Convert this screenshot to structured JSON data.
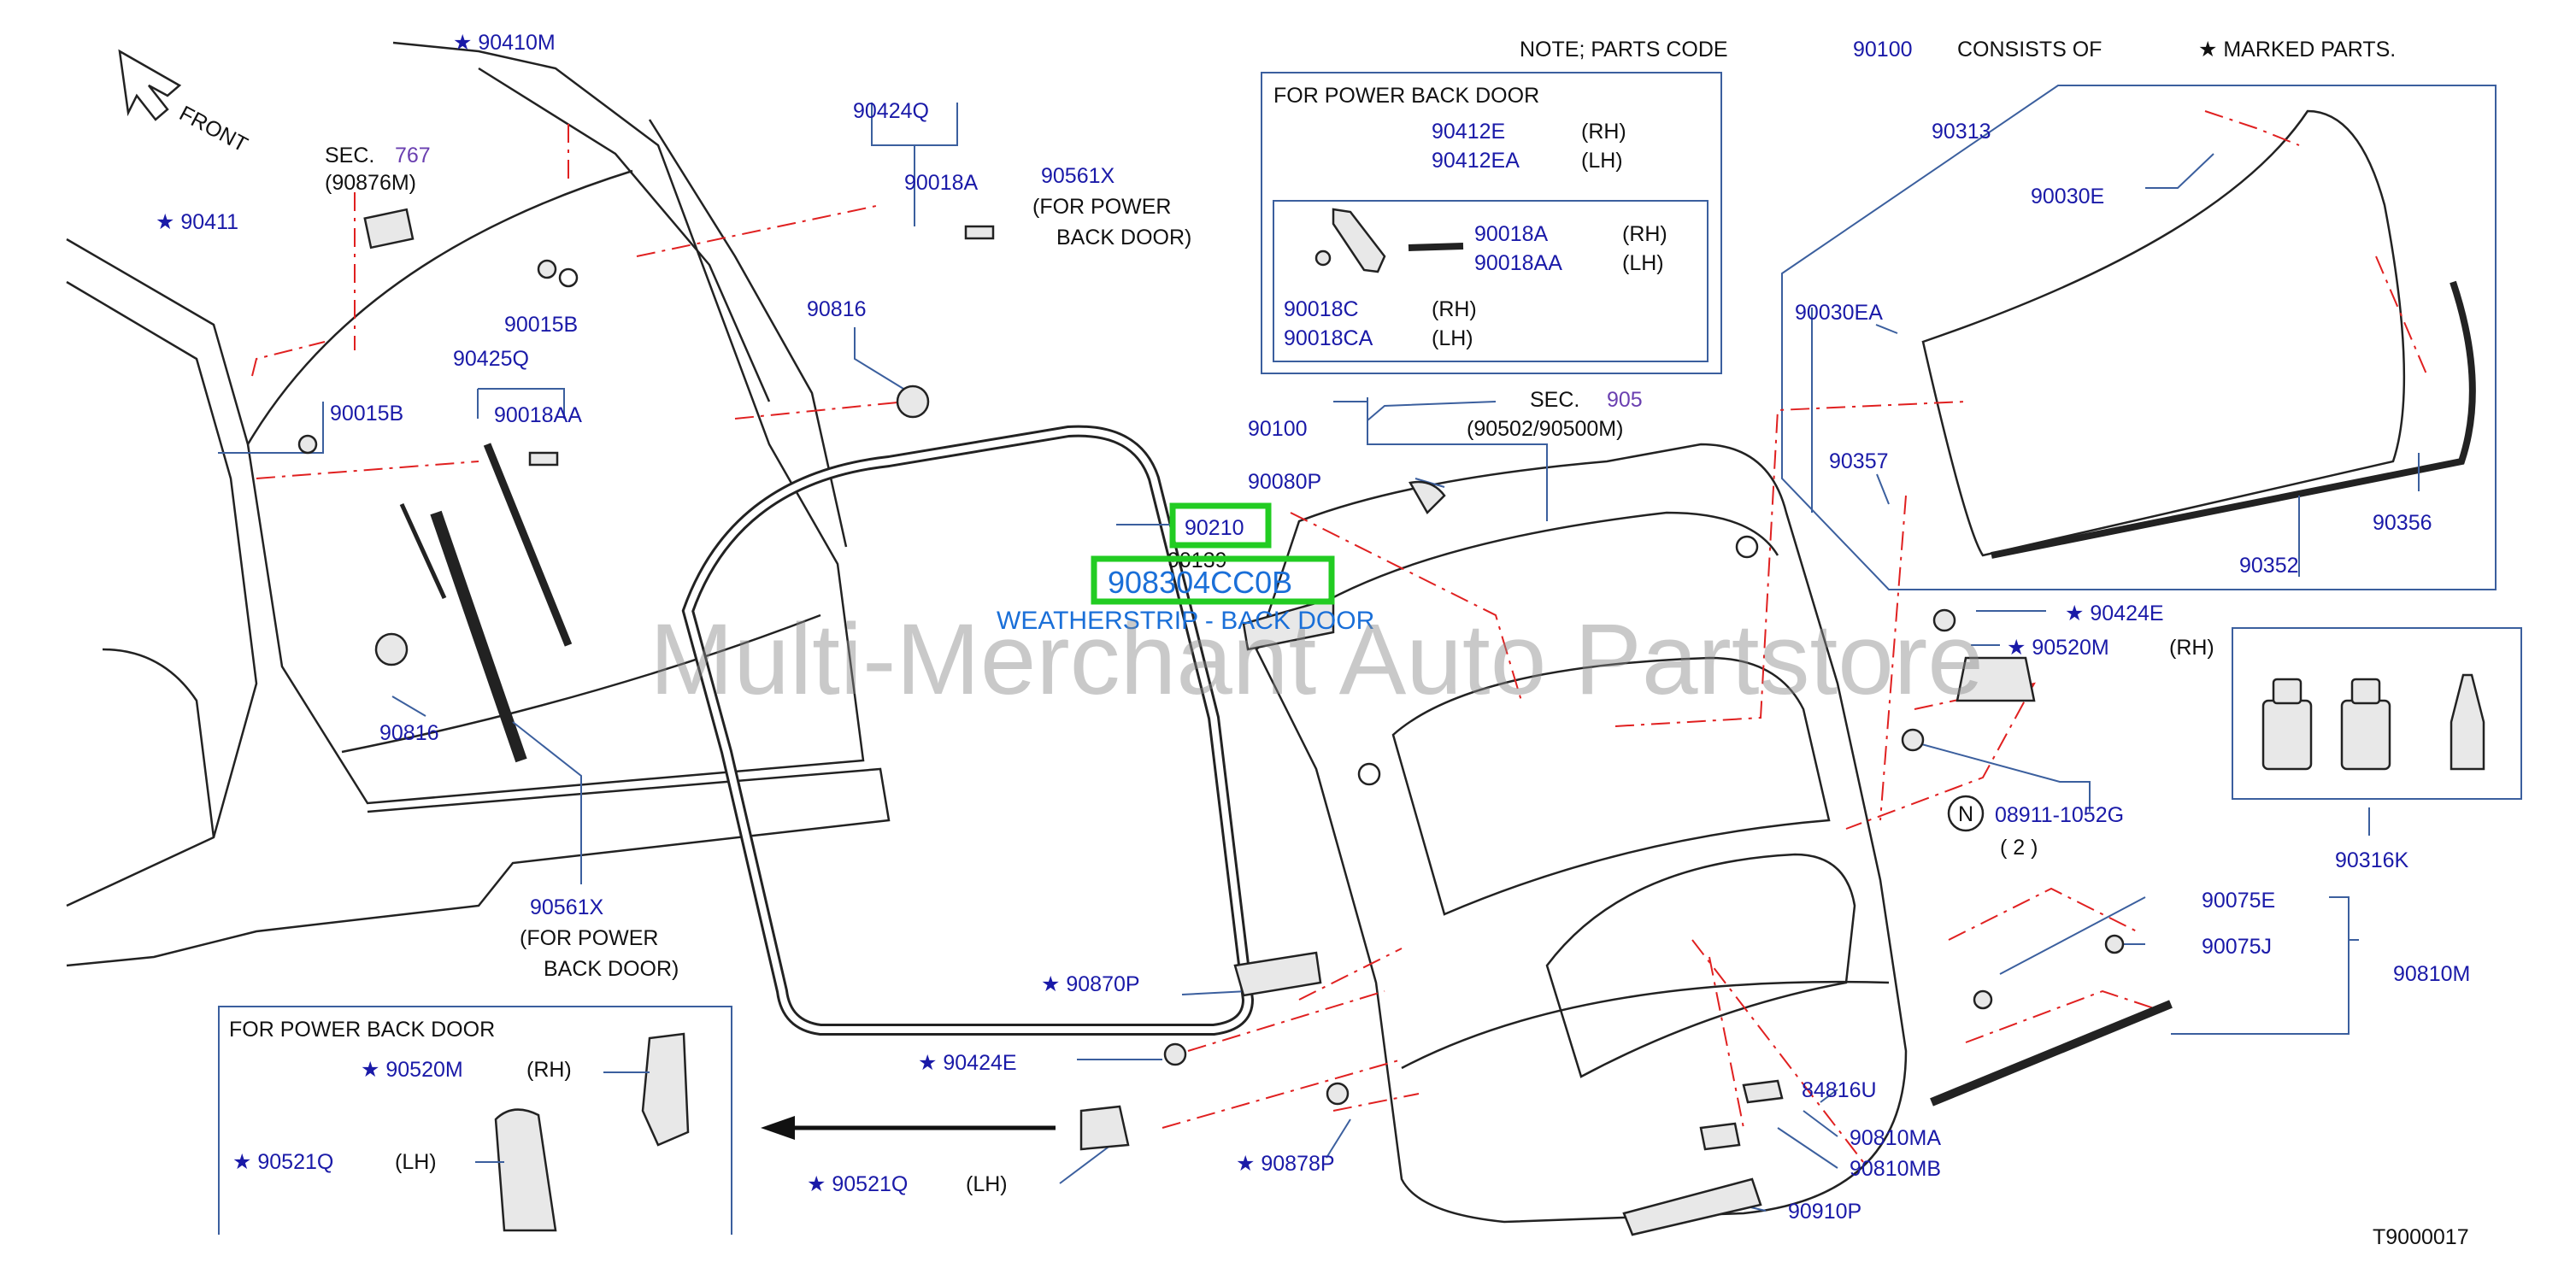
{
  "note": {
    "prefix": "NOTE;  PARTS  CODE",
    "code": "90100",
    "middle": "CONSISTS  OF",
    "suffix": "★ MARKED  PARTS."
  },
  "front_label": "FRONT",
  "sec767": {
    "sec": "SEC.",
    "num": "767",
    "sub": "(90876M)"
  },
  "sec905": {
    "sec": "SEC.",
    "num": "905",
    "sub": "(90502/90500M)"
  },
  "power_box_top": {
    "title": "FOR  POWER  BACK  DOOR",
    "p1": "90412E",
    "p1s": "(RH)",
    "p2": "90412EA",
    "p2s": "(LH)",
    "p3": "90018A",
    "p3s": "(RH)",
    "p4": "90018AA",
    "p4s": "(LH)",
    "p5": "90018C",
    "p5s": "(RH)",
    "p6": "90018CA",
    "p6s": "(LH)"
  },
  "power_box_bottom": {
    "title": "FOR  POWER  BACK  DOOR",
    "p1": "★ 90520M",
    "p1s": "(RH)",
    "p2": "★ 90521Q",
    "p2s": "(LH)"
  },
  "labels": {
    "p90410M": "★ 90410M",
    "p90411": "★ 90411",
    "p90015B_a": "90015B",
    "p90015B_b": "90015B",
    "p90425Q": "90425Q",
    "p90018AA": "90018AA",
    "p90424Q": "90424Q",
    "p90018A": "90018A",
    "p90561X_top": "90561X",
    "p90561X_top_sub1": "(FOR  POWER",
    "p90561X_top_sub2": "BACK  DOOR)",
    "p90816_a": "90816",
    "p90816_b": "90816",
    "p90561X_bot": "90561X",
    "p90561X_bot_sub1": "(FOR  POWER",
    "p90561X_bot_sub2": "BACK  DOOR)",
    "p90100": "90100",
    "p90080P": "90080P",
    "p90313": "90313",
    "p90030E": "90030E",
    "p90030EA": "90030EA",
    "p90357": "90357",
    "p90352": "90352",
    "p90356": "90356",
    "p90424E_r": "★ 90424E",
    "p90520M_r": "★ 90520M",
    "p90520M_r_s": "(RH)",
    "p08911": "08911-1052G",
    "p08911_qty": "( 2 )",
    "p08911_n": "N",
    "p90316K": "90316K",
    "p90075E": "90075E",
    "p90075J": "90075J",
    "p90810M": "90810M",
    "p90870P": "★ 90870P",
    "p90424E_l": "★ 90424E",
    "p90878P": "★ 90878P",
    "p90521Q_l": "★ 90521Q",
    "p90521Q_l_s": "(LH)",
    "p84816U": "84816U",
    "p90810MA": "90810MA",
    "p90810MB": "90810MB",
    "p90910P": "90910P",
    "p90210": "90210",
    "p90139": "90139",
    "p908304": "908304CC0B",
    "weatherstrip": "WEATHERSTRIP - BACK DOOR"
  },
  "drawing_code": "T9000017",
  "watermark": "Multi-Merchant Auto Partstore",
  "colors": {
    "part_number": "#1a1aa8",
    "highlight": "#22cc22",
    "callout_text": "#1a6fd8",
    "dash_line": "#e02020",
    "leader": "#3b5f9e"
  }
}
